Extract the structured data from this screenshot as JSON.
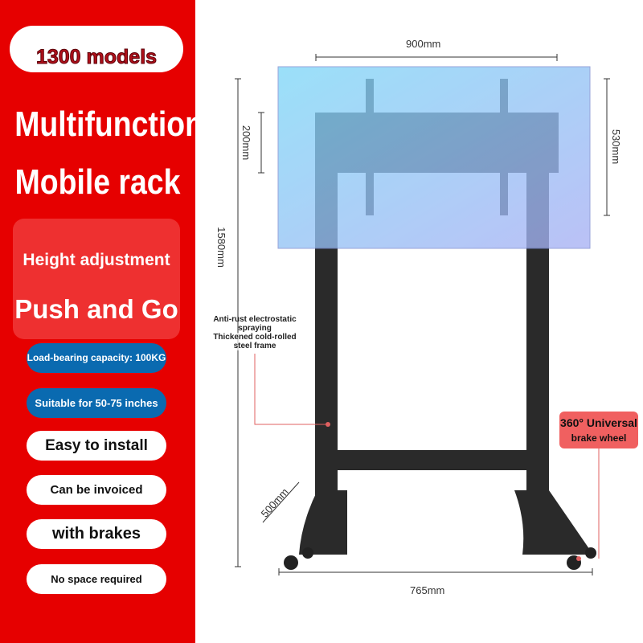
{
  "left_panel": {
    "badge": "1300 models",
    "title_line1": "Multifunction",
    "title_line2": "Mobile rack",
    "card_subtitle": "Height adjustment",
    "card_title": "Push and Go",
    "features": [
      "Load-bearing capacity: 100KG",
      "Suitable for 50-75 inches",
      "Easy to install",
      "Can be invoiced",
      "with brakes",
      "No space required"
    ]
  },
  "diagram": {
    "width_top": "900mm",
    "width_bottom": "765mm",
    "height_total": "1580mm",
    "bracket_height": "200mm",
    "screen_height": "530mm",
    "base_depth": "500mm",
    "annotation_coating": "Anti-rust electrostatic spraying",
    "annotation_frame": "Thickened cold-rolled steel frame",
    "wheel_tag_line1": "360° Universal",
    "wheel_tag_line2": "brake wheel"
  },
  "colors": {
    "brand_red": "#e60000",
    "feature_blue": "#0a6ab0",
    "frame_black": "#2a2a2a"
  }
}
